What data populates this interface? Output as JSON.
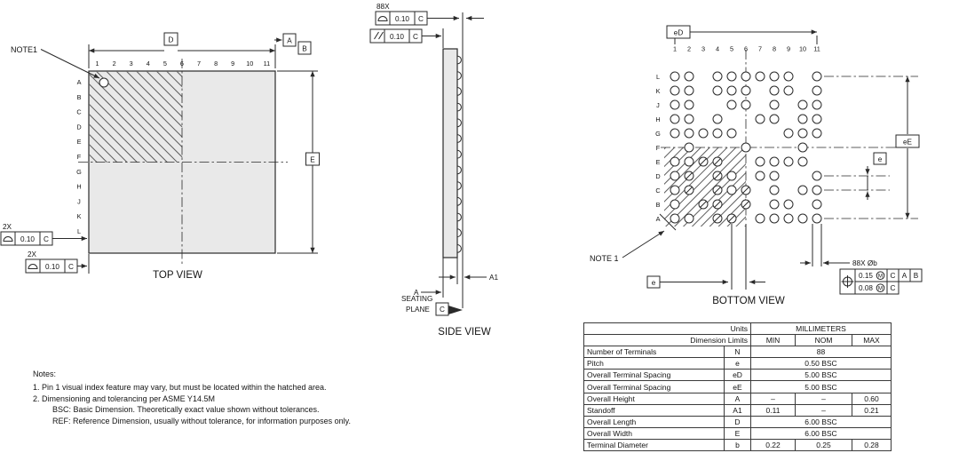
{
  "colors": {
    "line": "#2a2a2a",
    "package_fill": "#e9e9e9"
  },
  "top_view": {
    "title": "TOP VIEW",
    "note_label": "NOTE1",
    "datum_d": "D",
    "datum_a": "A",
    "datum_b": "B",
    "dim_e": "E",
    "qty_2x_1": "2X",
    "qty_2x_2": "2X",
    "fcf1": {
      "symbol": "profile-of-surface",
      "tol": "0.10",
      "datum": "C"
    },
    "fcf2": {
      "symbol": "profile-of-surface",
      "tol": "0.10",
      "datum": "C"
    },
    "col_numbers": [
      "1",
      "2",
      "3",
      "4",
      "5",
      "6",
      "7",
      "8",
      "9",
      "10",
      "11"
    ],
    "row_letters": [
      "A",
      "B",
      "C",
      "D",
      "E",
      "F",
      "G",
      "H",
      "J",
      "K",
      "L"
    ]
  },
  "side_view": {
    "title": "SIDE VIEW",
    "qty_88x": "88X",
    "fcf_profile": {
      "symbol": "profile-of-surface",
      "tol": "0.10",
      "datum": "C"
    },
    "fcf_parallel": {
      "symbol": "parallelism",
      "tol": "0.10",
      "datum": "C"
    },
    "dim_a1": "A1",
    "dim_a": "A",
    "seating_line1": "SEATING",
    "seating_line2": "PLANE",
    "datum_c": "C"
  },
  "bottom_view": {
    "title": "BOTTOM VIEW",
    "note_label": "NOTE 1",
    "dim_ed": "eD",
    "dim_ee": "eE",
    "dim_e_right": "e",
    "dim_e_bottom": "e",
    "ball_callout": "88X Øb",
    "fcf_position": {
      "symbol": "position",
      "tol": "0.15",
      "modifier": "M",
      "datums": [
        "C",
        "A",
        "B"
      ]
    },
    "fcf_position2": {
      "tol": "0.08",
      "modifier": "M",
      "datum": "C"
    },
    "col_numbers": [
      "1",
      "2",
      "3",
      "4",
      "5",
      "6",
      "7",
      "8",
      "9",
      "10",
      "11"
    ],
    "row_letters": [
      "L",
      "K",
      "J",
      "H",
      "G",
      "F",
      "E",
      "D",
      "C",
      "B",
      "A"
    ],
    "ball_grid": [
      "11011111101",
      "11011101101",
      "11001101011",
      "11010011011",
      "11111000111",
      "01000100010",
      "11XX0011110",
      "1X0X1011001",
      "1X0X1X01011",
      "10XX0X01101",
      "110XX011111"
    ]
  },
  "notes": {
    "heading": "Notes:",
    "item1": "1.  Pin 1 visual index feature may vary, but must be located within the hatched area.",
    "item2": "2.  Dimensioning and tolerancing per ASME Y14.5M",
    "item2_bsc": "BSC: Basic Dimension. Theoretically exact value shown without tolerances.",
    "item2_ref": "REF: Reference Dimension, usually without tolerance, for information purposes only."
  },
  "table": {
    "units_label": "Units",
    "units_value": "MILLIMETERS",
    "dim_limits_label": "Dimension Limits",
    "col_headers": [
      "MIN",
      "NOM",
      "MAX"
    ],
    "rows": [
      {
        "name": "Number of Terminals",
        "symbol": "N",
        "span": "88"
      },
      {
        "name": "Pitch",
        "symbol": "e",
        "span": "0.50 BSC"
      },
      {
        "name": "Overall Terminal Spacing",
        "symbol": "eD",
        "span": "5.00 BSC"
      },
      {
        "name": "Overall Terminal Spacing",
        "symbol": "eE",
        "span": "5.00 BSC"
      },
      {
        "name": "Overall Height",
        "symbol": "A",
        "min": "–",
        "nom": "–",
        "max": "0.60"
      },
      {
        "name": "Standoff",
        "symbol": "A1",
        "min": "0.11",
        "nom": "–",
        "max": "0.21"
      },
      {
        "name": "Overall Length",
        "symbol": "D",
        "span": "6.00 BSC"
      },
      {
        "name": "Overall Width",
        "symbol": "E",
        "span": "6.00 BSC"
      },
      {
        "name": "Terminal Diameter",
        "symbol": "b",
        "min": "0.22",
        "nom": "0.25",
        "max": "0.28"
      }
    ]
  }
}
